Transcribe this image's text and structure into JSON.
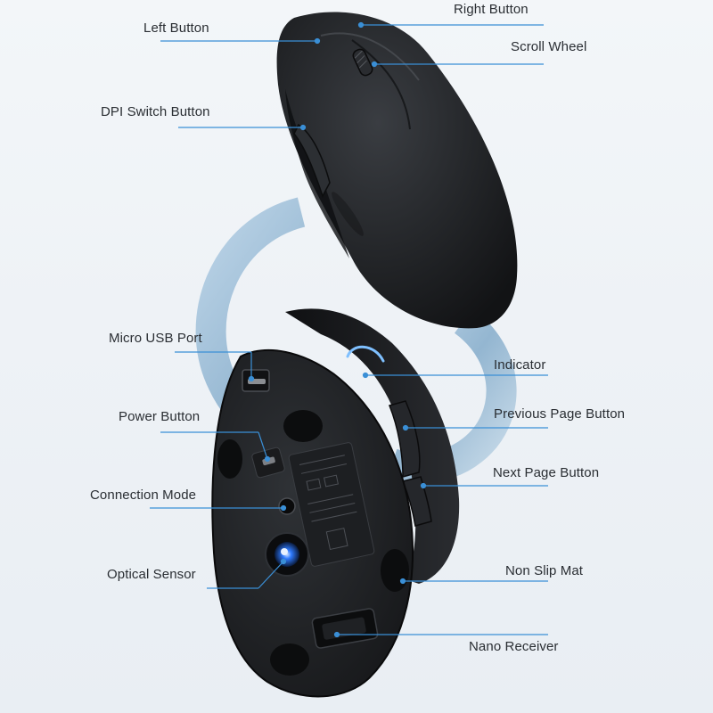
{
  "labels": {
    "left_button": "Left Button",
    "right_button": "Right Button",
    "scroll_wheel": "Scroll Wheel",
    "dpi_switch_button": "DPI Switch Button",
    "micro_usb_port": "Micro USB Port",
    "indicator": "Indicator",
    "power_button": "Power Button",
    "previous_page_button": "Previous Page Button",
    "next_page_button": "Next Page Button",
    "connection_mode": "Connection Mode",
    "optical_sensor": "Optical Sensor",
    "non_slip_mat": "Non Slip Mat",
    "nano_receiver": "Nano Receiver"
  },
  "colors": {
    "leader_line": "#3a8fd6",
    "mouse_body": "#1c1e21",
    "ring": "#a9c6dd",
    "sensor_glow": "#1e6fff"
  }
}
